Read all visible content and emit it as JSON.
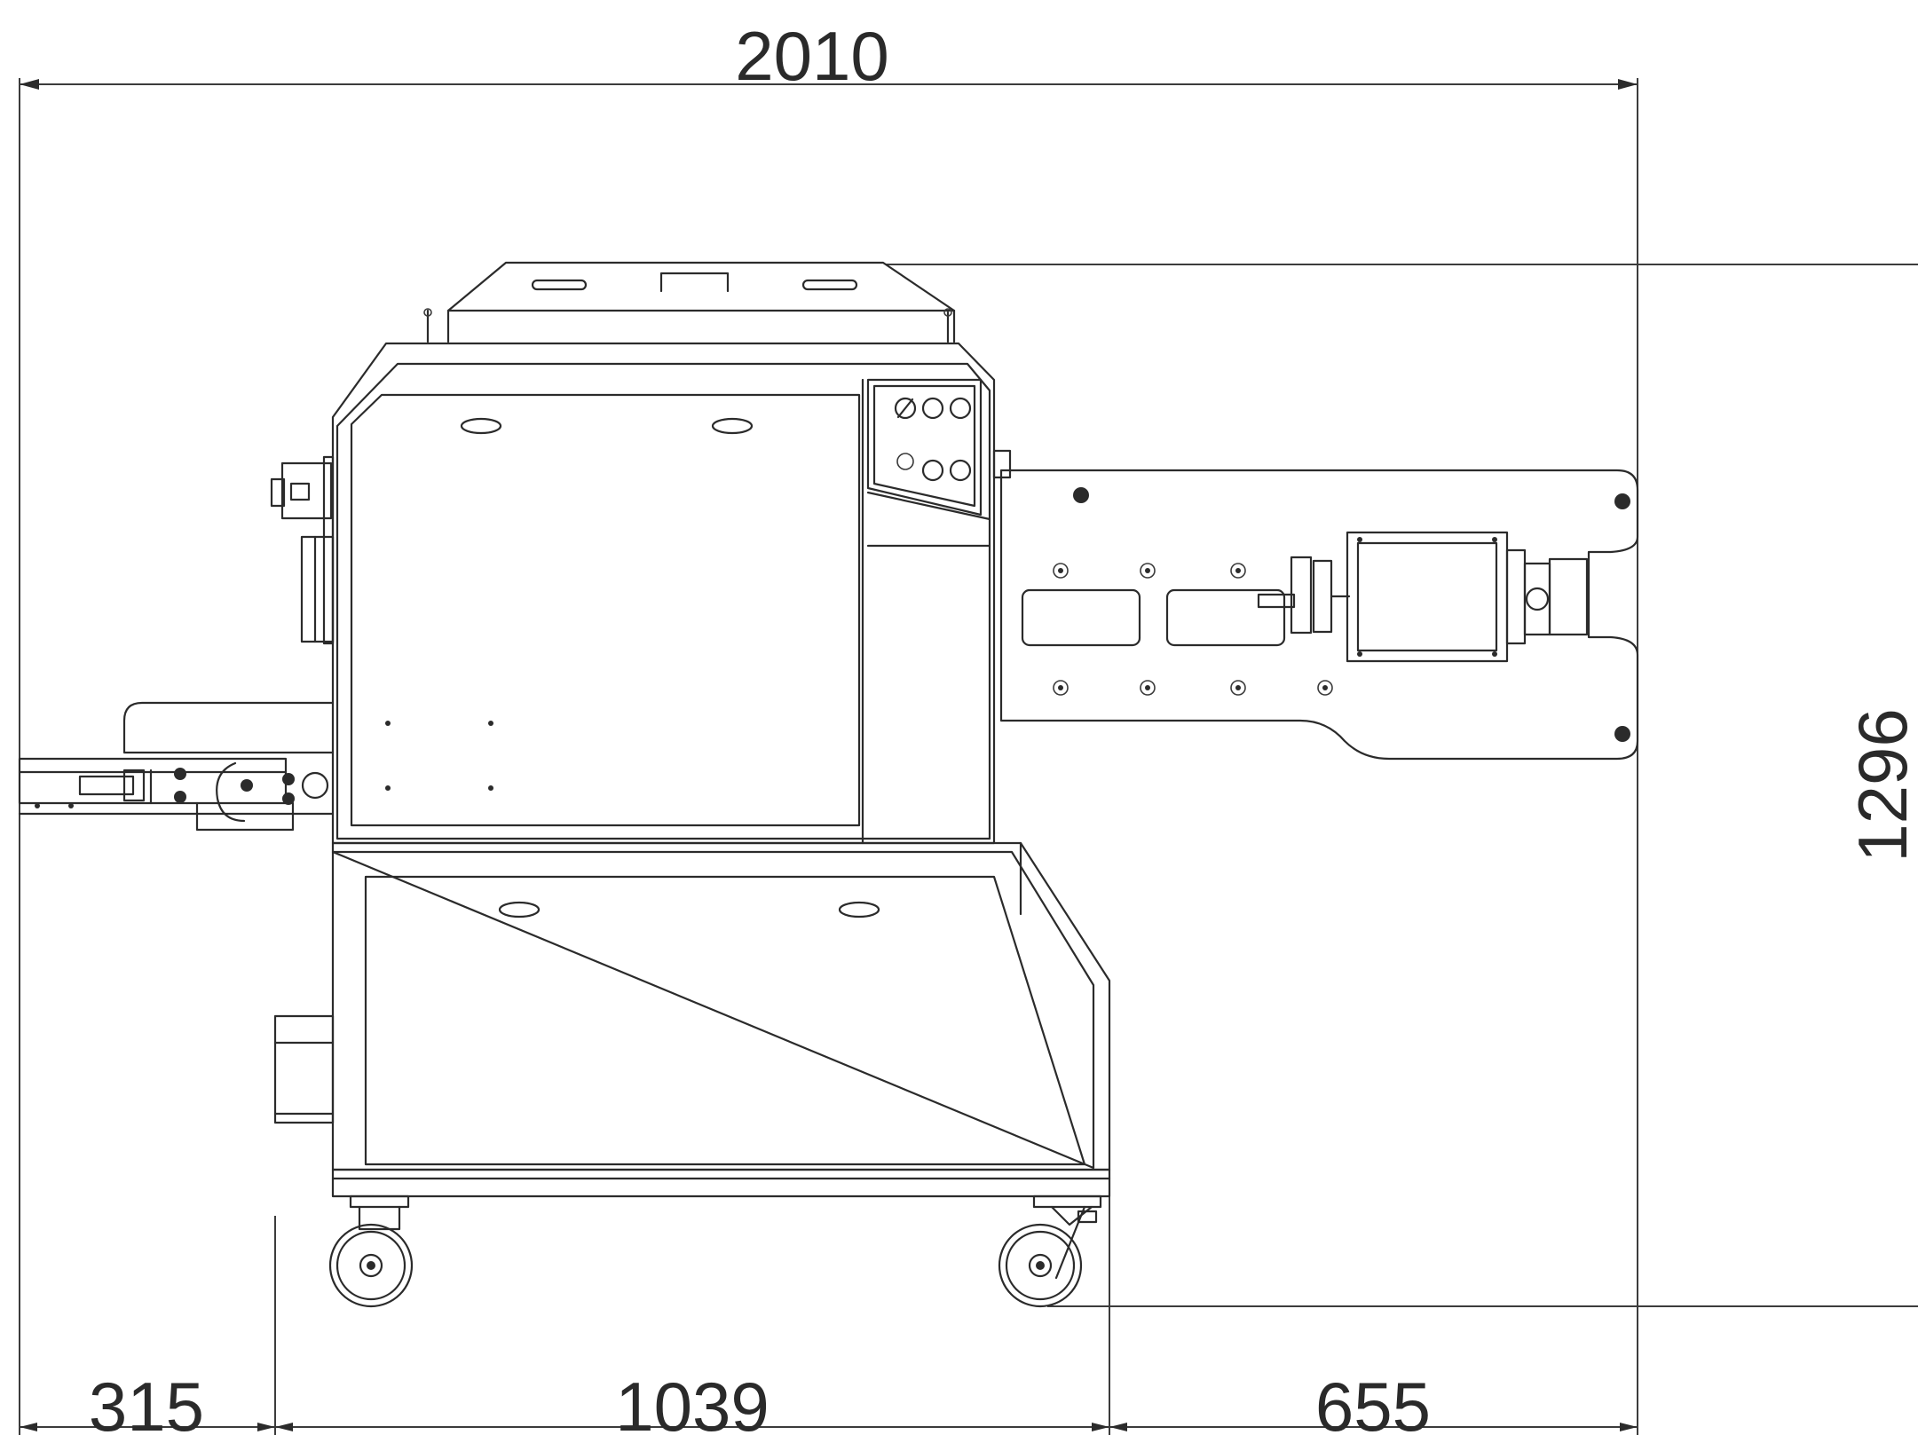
{
  "drawing": {
    "dimensions": {
      "overall_length": "2010",
      "left_section": "315",
      "middle_section": "1039",
      "right_section": "655",
      "overall_height": "1296"
    },
    "colors": {
      "line": "#2b2b2b",
      "background": "#ffffff"
    }
  }
}
